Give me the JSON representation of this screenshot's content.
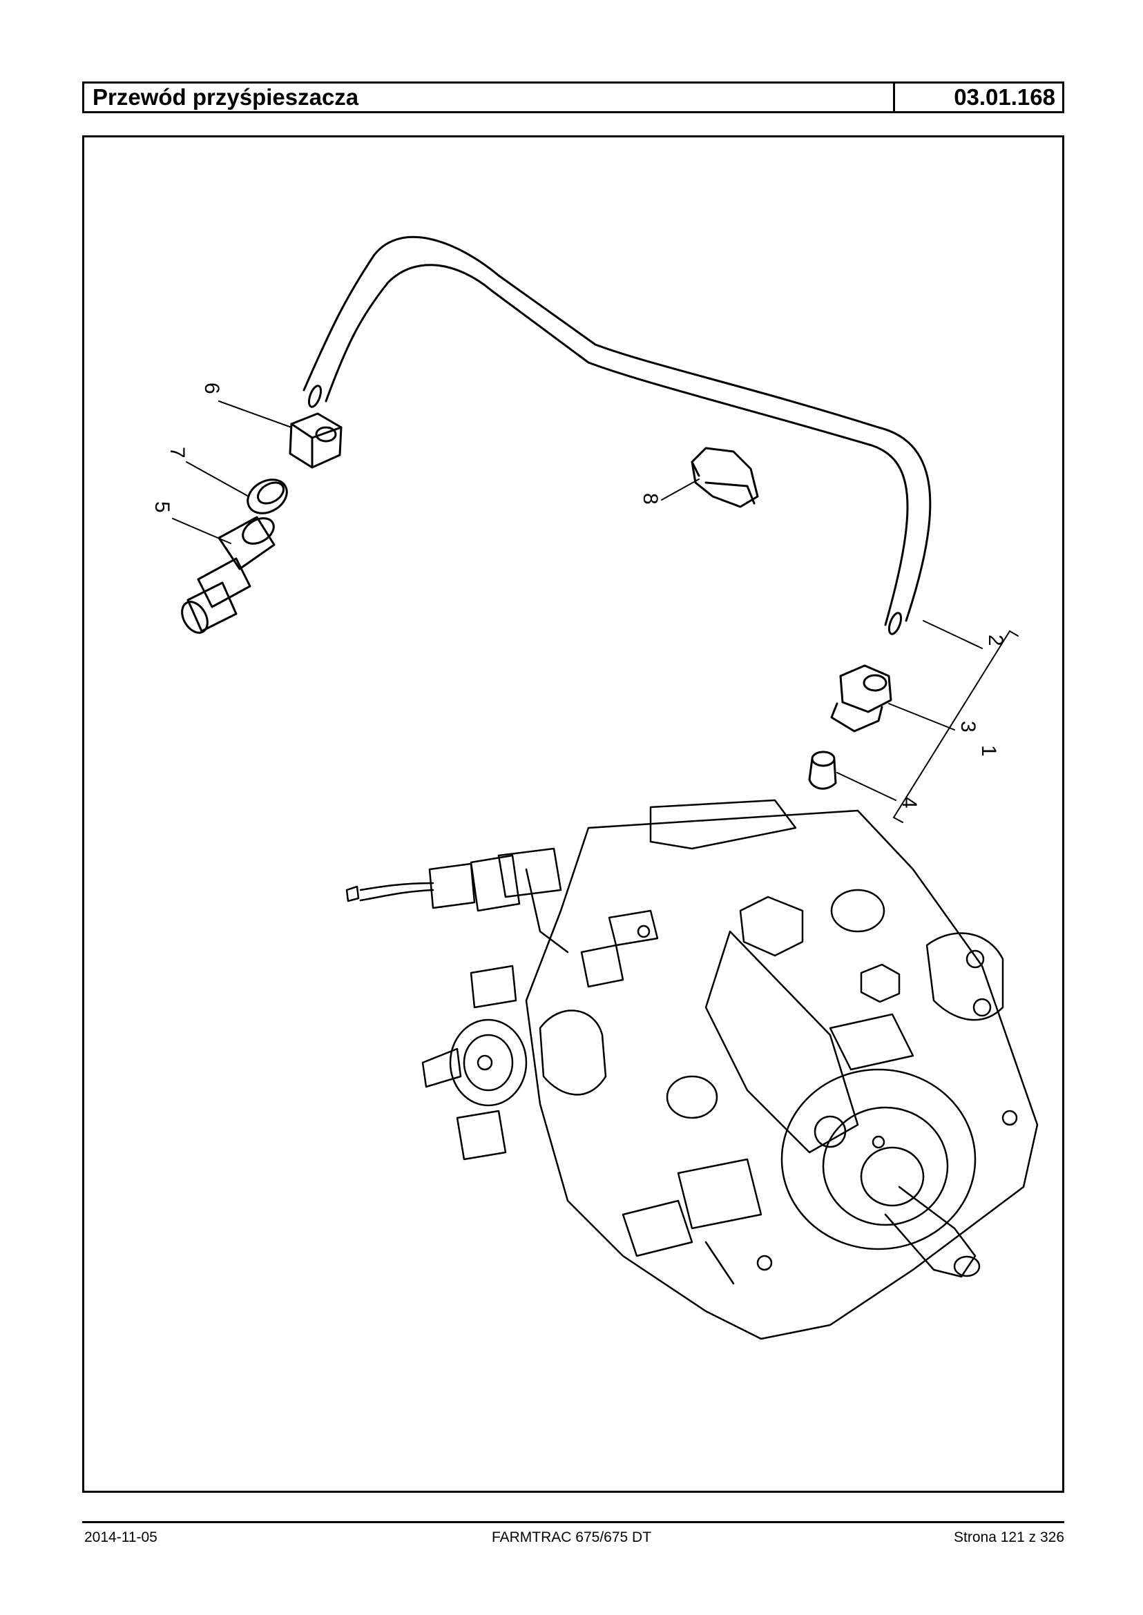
{
  "header": {
    "title": "Przewód przyśpieszacza",
    "code": "03.01.168"
  },
  "callouts": [
    "1",
    "2",
    "3",
    "4",
    "5",
    "6",
    "7",
    "8"
  ],
  "footer": {
    "date": "2014-11-05",
    "model": "FARMTRAC 675/675 DT",
    "page": "Strona 121 z 326"
  }
}
